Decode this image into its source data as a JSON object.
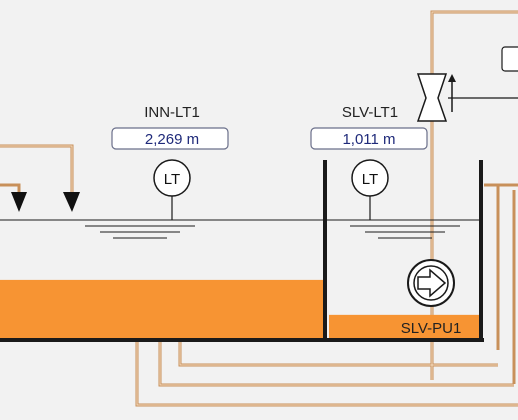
{
  "colors": {
    "background": "#f2f2f2",
    "liquid": "#f79433",
    "pipe": "#c8905a",
    "outline": "#1a1a1a",
    "value_text": "#1f2a7a"
  },
  "instruments": {
    "inn_lt1": {
      "tag": "INN-LT1",
      "value": "2,269 m",
      "symbol": "LT",
      "icon": "level-transmitter-icon"
    },
    "slv_lt1": {
      "tag": "SLV-LT1",
      "value": "1,011 m",
      "symbol": "LT",
      "icon": "level-transmitter-icon"
    }
  },
  "pump": {
    "tag": "SLV-PU1",
    "icon": "pump-arrow-icon"
  },
  "valve": {
    "icon": "control-valve-icon"
  },
  "levels": {
    "main_tank_fill": 0.35,
    "sleeve_tank_fill": 0.13
  }
}
